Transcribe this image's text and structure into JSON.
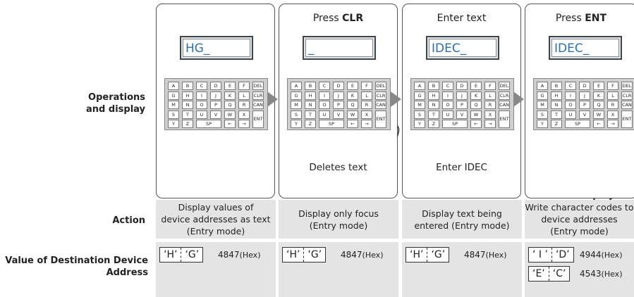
{
  "row_labels": {
    "operations": "Operations and display",
    "action": "Action",
    "value": "Value of Destination Device Address"
  },
  "keyboard": {
    "keys": [
      "A",
      "B",
      "C",
      "D",
      "E",
      "F",
      "DEL",
      "G",
      "H",
      "I",
      "J",
      "K",
      "L",
      "CLR",
      "M",
      "N",
      "O",
      "P",
      "Q",
      "R",
      "CAN",
      "S",
      "T",
      "U",
      "V",
      "W",
      "X",
      "ENT",
      "Y",
      "Z",
      "SP",
      "←",
      "→"
    ]
  },
  "panels": [
    {
      "title_pre": "",
      "title_bold": "",
      "display": "HG_",
      "note": "",
      "action": "Display values of\ndevice addresses as text\n(Entry mode)",
      "value_rows": [
        {
          "a": "‘H’",
          "b": "‘G’",
          "hex": "4847",
          "unit": "(Hex)"
        }
      ]
    },
    {
      "title_pre": "Press ",
      "title_bold": "CLR",
      "display": "_",
      "note": "Deletes text",
      "action": "Display only focus\n(Entry mode)",
      "value_rows": [
        {
          "a": "‘H’",
          "b": "‘G’",
          "hex": "4847",
          "unit": "(Hex)"
        }
      ]
    },
    {
      "title_pre": "Enter text",
      "title_bold": "",
      "display": "IDEC_",
      "note": "Enter IDEC",
      "action": "Display text being\nentered (Entry mode)",
      "value_rows": [
        {
          "a": "‘H’",
          "b": "‘G’",
          "hex": "4847",
          "unit": "(Hex)"
        }
      ]
    },
    {
      "title_pre": "Press ",
      "title_bold": "ENT",
      "display": "IDEC_",
      "note": "",
      "action": "Write character codes to\ndevice addresses\n(Entry mode)",
      "value_rows": [
        {
          "a": "‘ I ’",
          "b": "‘D’",
          "hex": "4944",
          "unit": "(Hex)"
        },
        {
          "a": "‘E’",
          "b": "‘C’",
          "hex": "4543",
          "unit": "(Hex)"
        }
      ]
    }
  ],
  "colors": {
    "panel_border": "#555555",
    "display_text": "#2a6fb5",
    "cell_bg": "#e4e4e4",
    "arrow": "#888888"
  },
  "icons": [
    "pointing-hand-icon",
    "arrow-right-icon"
  ]
}
